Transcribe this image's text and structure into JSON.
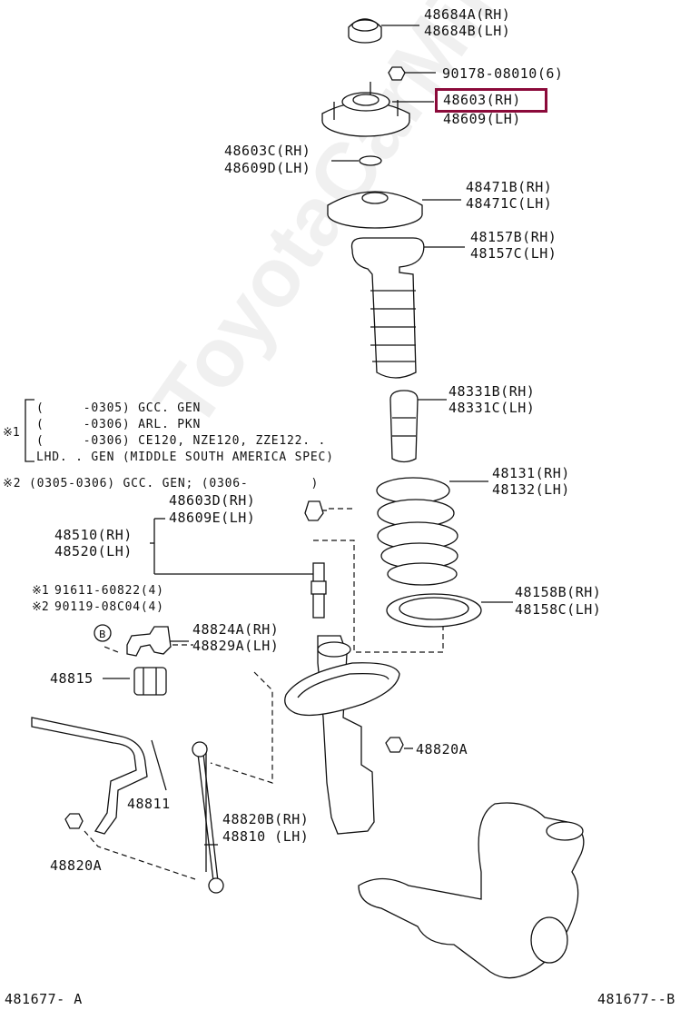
{
  "watermark": "ToyotaCarMine.ru",
  "highlight_color": "#8b0a3a",
  "parts": {
    "p48684": [
      "48684A(RH)",
      "48684B(LH)"
    ],
    "p90178": "90178-08010(6)",
    "p48603": [
      "48603(RH)",
      "48609(LH)"
    ],
    "p48603C": [
      "48603C(RH)",
      "48609D(LH)"
    ],
    "p48471": [
      "48471B(RH)",
      "48471C(LH)"
    ],
    "p48157": [
      "48157B(RH)",
      "48157C(LH)"
    ],
    "p48331": [
      "48331B(RH)",
      "48331C(LH)"
    ],
    "p48131": [
      "48131(RH)",
      "48132(LH)"
    ],
    "p48603D": [
      "48603D(RH)",
      "48609E(LH)"
    ],
    "p48510": [
      "48510(RH)",
      "48520(LH)"
    ],
    "p48158": [
      "48158B(RH)",
      "48158C(LH)"
    ],
    "p48824": [
      "48824A(RH)",
      "48829A(LH)"
    ],
    "p48815": "48815",
    "p48820A_right": "48820A",
    "p48811": "48811",
    "p48820B": [
      "48820B(RH)",
      "48810 (LH)"
    ],
    "p48820A_left": "48820A",
    "p91611": [
      "91611-60822(4)",
      "90119-08C04(4)"
    ],
    "b_marker": "B"
  },
  "notes": {
    "note1_mark": "※1",
    "note1_lines": [
      "(     -0305) GCC. GEN",
      "(     -0306) ARL. PKN",
      "(     -0306) CE120, NZE120, ZZE122. .",
      "LHD. . GEN (MIDDLE SOUTH AMERICA SPEC)"
    ],
    "note2": "※2 (0305-0306) GCC. GEN; (0306-        )",
    "mark1": "※1",
    "mark2": "※2"
  },
  "footer": {
    "left": "481677- A",
    "right": "481677--B"
  }
}
